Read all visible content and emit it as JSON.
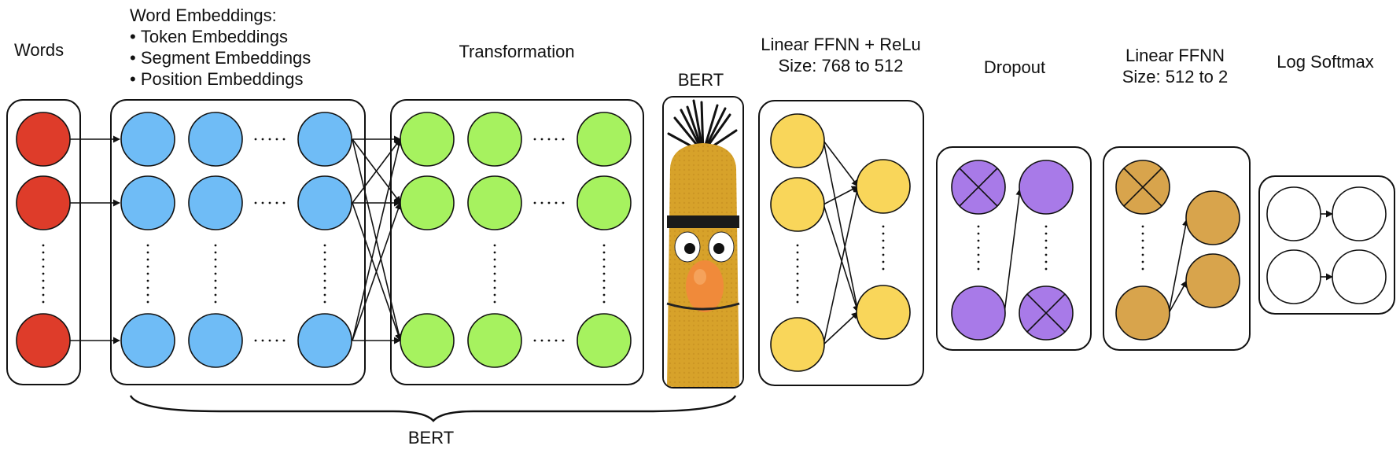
{
  "labels": {
    "words": "Words",
    "embeddings_title": "Word Embeddings:",
    "embeddings_items": [
      "Token Embeddings",
      "Segment Embeddings",
      "Position Embeddings"
    ],
    "transformation": "Transformation",
    "bert_top": "BERT",
    "linear_relu_line1": "Linear FFNN + ReLu",
    "linear_relu_line2": "Size: 768 to 512",
    "dropout": "Dropout",
    "linear_line1": "Linear FFNN",
    "linear_line2": "Size: 512 to 2",
    "log_softmax": "Log Softmax",
    "bert_brace": "BERT"
  },
  "colors": {
    "words": "#de3c2a",
    "embeddings": "#6fbcf6",
    "transformation": "#a6f25f",
    "ffnn_relu": "#f9d65a",
    "dropout": "#a87ae8",
    "ffnn": "#d8a44c",
    "softmax": "#ffffff",
    "stroke": "#111111"
  }
}
